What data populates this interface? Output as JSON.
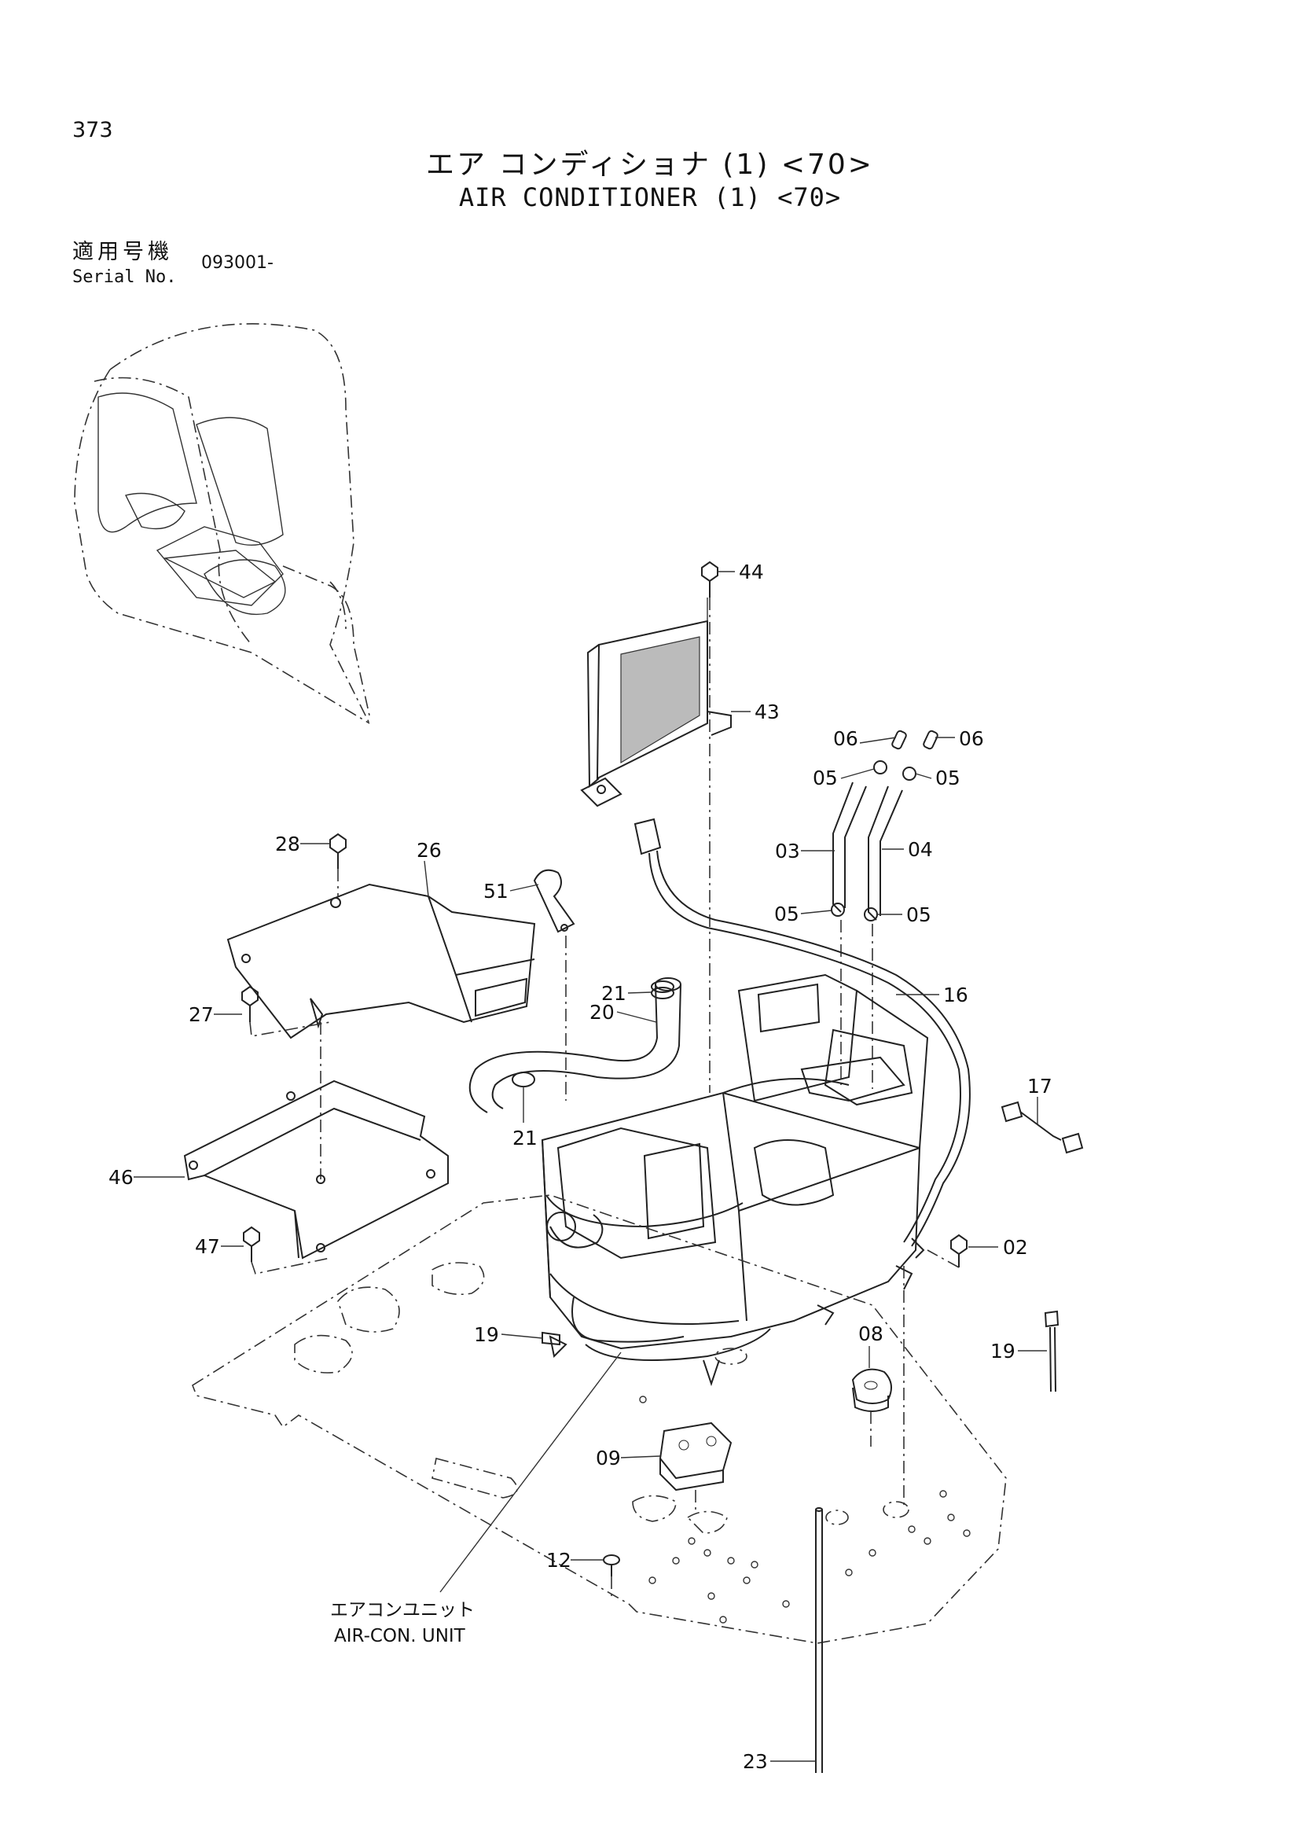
{
  "page": {
    "number": "373"
  },
  "title": {
    "jp": "エア コンディショナ (1) <70>",
    "en": "AIR CONDITIONER (1) <70>"
  },
  "serial": {
    "label_jp": "適用号機",
    "label_en": "Serial No.",
    "value": "093001-"
  },
  "unit_label": {
    "jp": "エアコンユニット",
    "en": "AIR-CON. UNIT"
  },
  "callouts": {
    "c44": "44",
    "c43": "43",
    "c06a": "06",
    "c06b": "06",
    "c05a": "05",
    "c05b": "05",
    "c03": "03",
    "c04": "04",
    "c05c": "05",
    "c05d": "05",
    "c16": "16",
    "c17": "17",
    "c28": "28",
    "c26": "26",
    "c51": "51",
    "c21a": "21",
    "c20": "20",
    "c27": "27",
    "c21b": "21",
    "c46": "46",
    "c47": "47",
    "c02": "02",
    "c19a": "19",
    "c08": "08",
    "c19b": "19",
    "c09": "09",
    "c12": "12",
    "c23": "23"
  }
}
